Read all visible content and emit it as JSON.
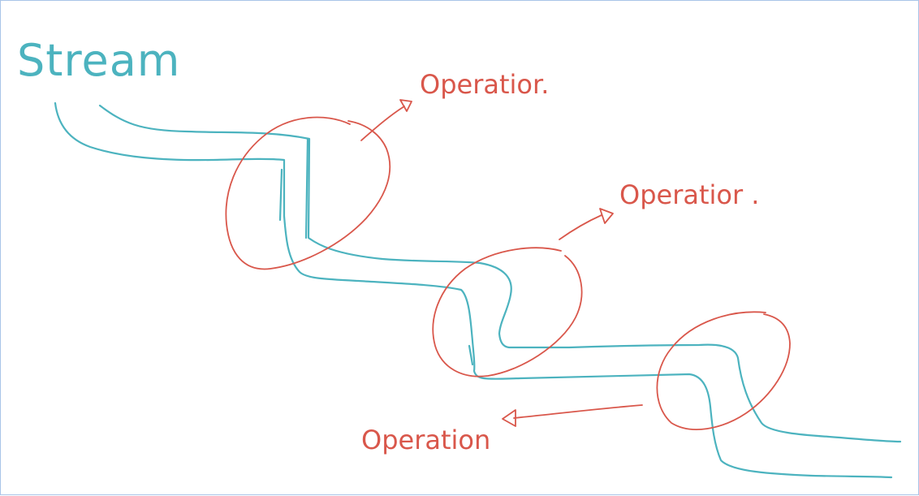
{
  "colors": {
    "stream": "#4cb3bf",
    "operation": "#d9574b",
    "border": "#a9c4e8"
  },
  "labels": {
    "stream": "Stream",
    "operation_1": "Operatior.",
    "operation_2": "Operatior .",
    "operation_3": "Operation"
  }
}
